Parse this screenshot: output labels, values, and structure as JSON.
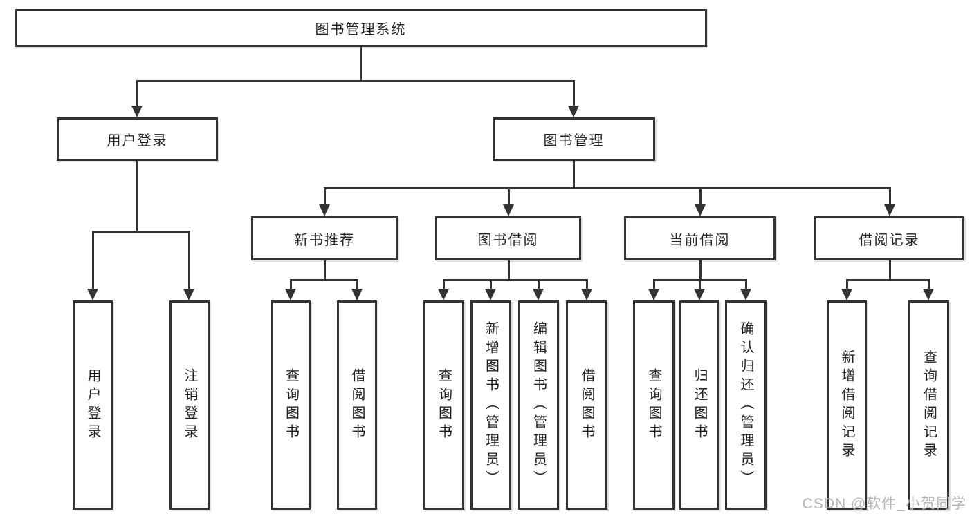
{
  "diagram_title": "图书管理系统",
  "tree": {
    "label": "图书管理系统",
    "children": [
      {
        "label": "用户登录",
        "children": [
          {
            "label": "用户登录"
          },
          {
            "label": "注销登录"
          }
        ]
      },
      {
        "label": "图书管理",
        "children": [
          {
            "label": "新书推荐",
            "children": [
              {
                "label": "查询图书"
              },
              {
                "label": "借阅图书"
              }
            ]
          },
          {
            "label": "图书借阅",
            "children": [
              {
                "label": "查询图书"
              },
              {
                "label": "新增图书（管理员）"
              },
              {
                "label": "编辑图书（管理员）"
              },
              {
                "label": "借阅图书"
              }
            ]
          },
          {
            "label": "当前借阅",
            "children": [
              {
                "label": "查询图书"
              },
              {
                "label": "归还图书"
              },
              {
                "label": "确认归还（管理员）"
              }
            ]
          },
          {
            "label": "借阅记录",
            "children": [
              {
                "label": "新增借阅记录"
              },
              {
                "label": "查询借阅记录"
              }
            ]
          }
        ]
      }
    ]
  },
  "watermark": {
    "text": "CSDN @软件_小贺同学"
  },
  "colors": {
    "line": "#333333",
    "text": "#222222",
    "background": "#ffffff",
    "watermark": "#b5b5b5"
  }
}
